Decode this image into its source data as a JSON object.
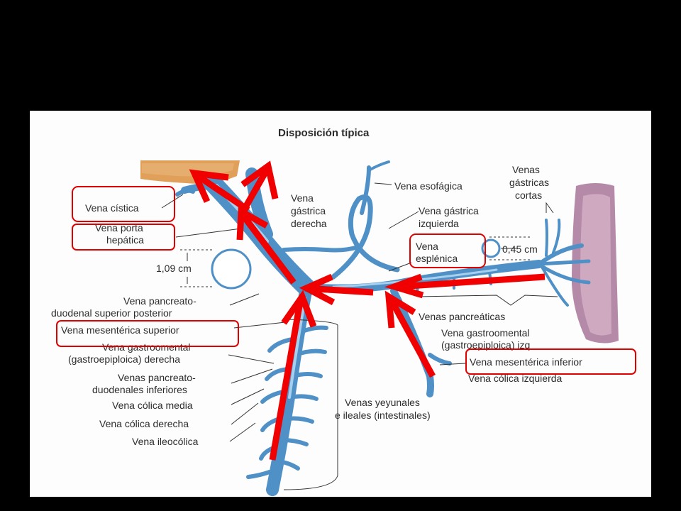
{
  "title": "Disposición típica",
  "labels": {
    "esofagica": "Vena esofágica",
    "gastricas_cortas_1": "Venas",
    "gastricas_cortas_2": "gástricas",
    "gastricas_cortas_3": "cortas",
    "gastrica_derecha_1": "Vena",
    "gastrica_derecha_2": "gástrica",
    "gastrica_derecha_3": "derecha",
    "gastrica_izquierda_1": "Vena gástrica",
    "gastrica_izquierda_2": "izquierda",
    "cistica": "Vena cística",
    "porta_1": "Vena porta",
    "porta_2": "hepática",
    "esplenica_1": "Vena",
    "esplenica_2": "esplénica",
    "measure_portal": "1,09 cm",
    "measure_splenic": "0,45 cm",
    "pd_sup_post_1": "Vena pancreato-",
    "pd_sup_post_2": "duodenal superior posterior",
    "mes_sup": "Vena mesentérica superior",
    "gastroomental_der_1": "Vena gastroomental",
    "gastroomental_der_2": "(gastroepiploica) derecha",
    "pd_inf_1": "Venas pancreato-",
    "pd_inf_2": "duodenales inferiores",
    "colica_media": "Vena cólica media",
    "colica_derecha": "Vena cólica derecha",
    "ileocolica": "Vena ileocólica",
    "yeyunales_1": "Venas yeyunales",
    "yeyunales_2": "e ileales (intestinales)",
    "pancreaticas": "Venas pancreáticas",
    "gastroomental_izq_1": "Vena gastroomental",
    "gastroomental_izq_2": "(gastroepiploica) izq",
    "mes_inf": "Vena mesentérica inferior",
    "colica_izq": "Vena cólica izquierda"
  },
  "colors": {
    "background": "#000000",
    "panel": "#fdfdfd",
    "vein": "#4f90c7",
    "vein_highlight": "#a7cfee",
    "liver": "#e0a05a",
    "spleen": "#b58aa8",
    "annotation_red": "#f00000"
  }
}
